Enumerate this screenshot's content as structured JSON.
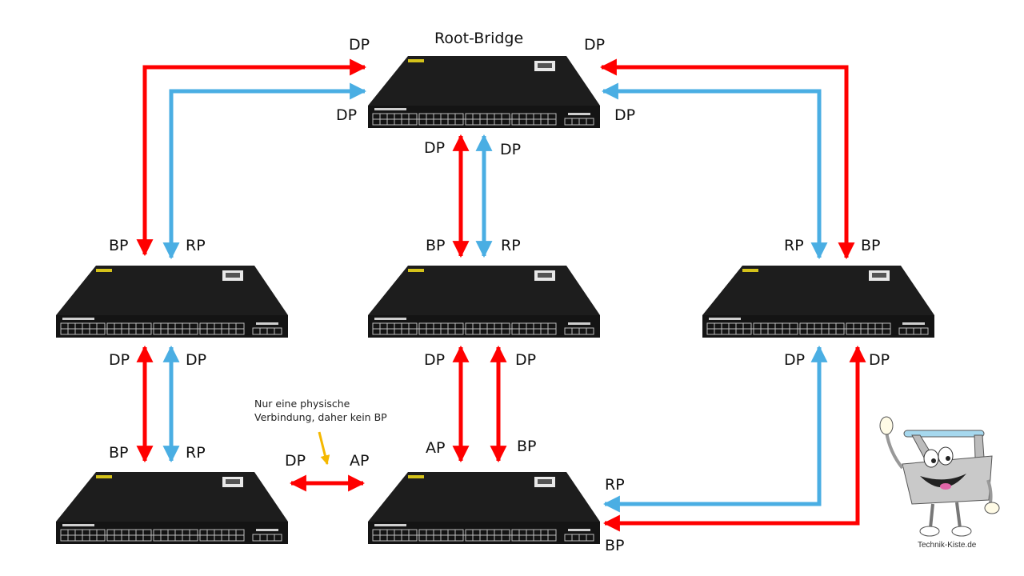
{
  "title": "Root-Bridge",
  "colors": {
    "red": "#ff0000",
    "blue": "#4aaee3",
    "note_arrow": "#f5b800",
    "switch_body": "#1b1b1b"
  },
  "switches": [
    {
      "id": "root",
      "name": "root-bridge-switch"
    },
    {
      "id": "left-mid",
      "name": "switch-left-middle"
    },
    {
      "id": "center-mid",
      "name": "switch-center-middle"
    },
    {
      "id": "right-mid",
      "name": "switch-right-middle"
    },
    {
      "id": "left-bottom",
      "name": "switch-left-bottom"
    },
    {
      "id": "center-bottom",
      "name": "switch-center-bottom"
    }
  ],
  "labels": {
    "root_left_top": "DP",
    "root_left_bottom": "DP",
    "root_right_top": "DP",
    "root_right_bottom": "DP",
    "root_down_left": "DP",
    "root_down_right": "DP",
    "leftmid_up_left": "BP",
    "leftmid_up_right": "RP",
    "centermid_up_left": "BP",
    "centermid_up_right": "RP",
    "rightmid_up_left": "RP",
    "rightmid_up_right": "BP",
    "leftmid_down_left": "DP",
    "leftmid_down_right": "DP",
    "centermid_down_left": "DP",
    "centermid_down_right": "DP",
    "rightmid_down_left": "DP",
    "rightmid_down_right": "DP",
    "leftbottom_up_left": "BP",
    "leftbottom_up_right": "RP",
    "centerbottom_up_left": "AP",
    "centerbottom_up_right": "BP",
    "horizontal_left": "DP",
    "horizontal_right": "AP",
    "centerbottom_right_top": "RP",
    "centerbottom_right_bottom": "BP"
  },
  "note": {
    "line1": "Nur eine physische",
    "line2": "Verbindung, daher kein BP"
  },
  "logo": {
    "text": "Technik-Kiste.de"
  }
}
